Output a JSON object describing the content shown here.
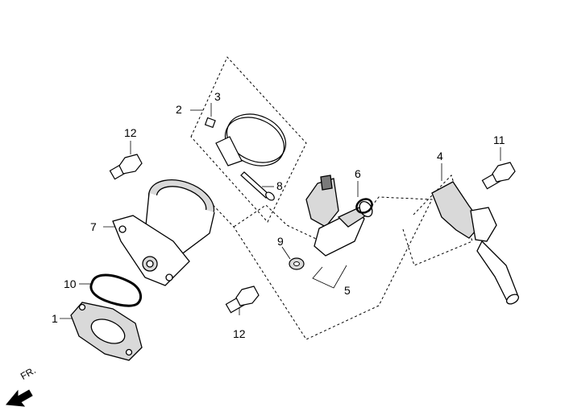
{
  "callouts": {
    "c1": "1",
    "c2": "2",
    "c3": "3",
    "c4": "4",
    "c5": "5",
    "c6": "6",
    "c7": "7",
    "c8": "8",
    "c9": "9",
    "c10": "10",
    "c11": "11",
    "c12_top": "12",
    "c12_bottom": "12"
  },
  "direction_label": "FR.",
  "colors": {
    "line": "#000000",
    "part_fill": "#ffffff",
    "part_shade": "#d9d9d9",
    "part_dark": "#7a7a7a"
  }
}
